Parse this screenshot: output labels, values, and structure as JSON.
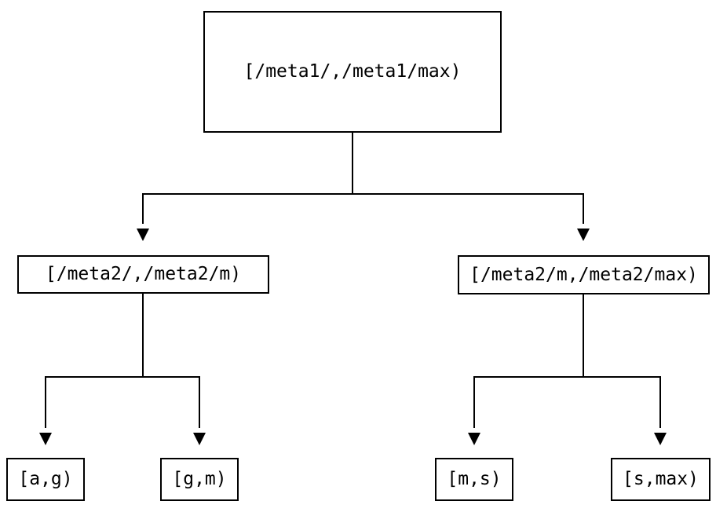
{
  "diagram": {
    "type": "tree",
    "nodes": {
      "root": {
        "label": "[/meta1/,/meta1/max)"
      },
      "left": {
        "label": "[/meta2/,/meta2/m)"
      },
      "right": {
        "label": "[/meta2/m,/meta2/max)"
      },
      "leaf_ag": {
        "label": "[a,g)"
      },
      "leaf_gm": {
        "label": "[g,m)"
      },
      "leaf_ms": {
        "label": "[m,s)"
      },
      "leaf_smax": {
        "label": "[s,max)"
      }
    },
    "edges": [
      {
        "from": "root",
        "to": "left"
      },
      {
        "from": "root",
        "to": "right"
      },
      {
        "from": "left",
        "to": "leaf_ag"
      },
      {
        "from": "left",
        "to": "leaf_gm"
      },
      {
        "from": "right",
        "to": "leaf_ms"
      },
      {
        "from": "right",
        "to": "leaf_smax"
      }
    ],
    "colors": {
      "background": "#ffffff",
      "box_fill": "#ffffff",
      "box_border": "#000000",
      "line": "#000000",
      "text": "#000000"
    }
  }
}
